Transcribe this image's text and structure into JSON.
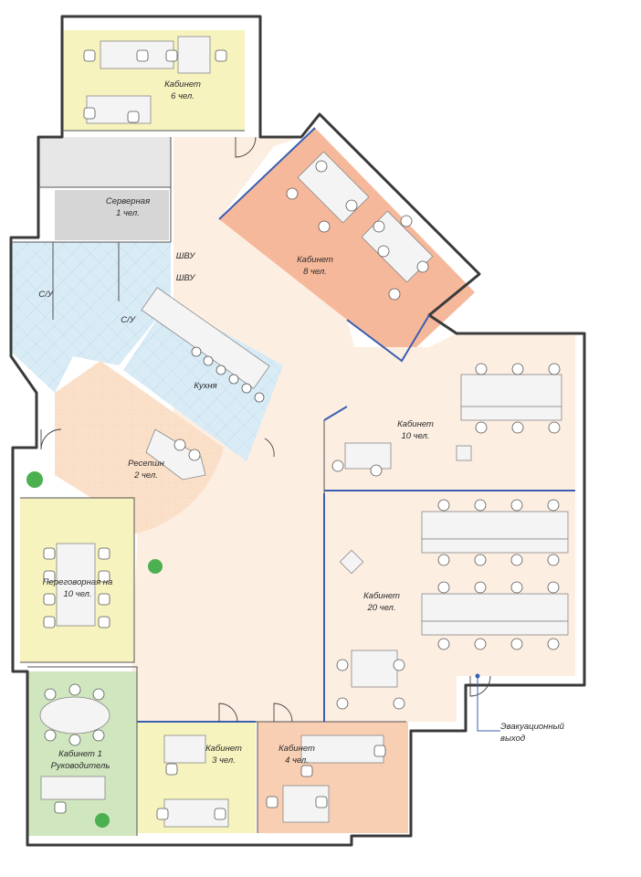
{
  "rooms": {
    "office6": {
      "name": "Кабинет",
      "cap": "6 чел."
    },
    "server": {
      "name": "Серверная",
      "cap": "1 чел."
    },
    "office8": {
      "name": "Кабинет",
      "cap": "8 чел."
    },
    "wc1": {
      "name": "С/У"
    },
    "wc2": {
      "name": "С/У"
    },
    "shu1": {
      "name": "ШВУ"
    },
    "shu2": {
      "name": "ШВУ"
    },
    "kitchen": {
      "name": "Кухня"
    },
    "reception": {
      "name": "Ресепшн",
      "cap": "2 чел."
    },
    "office10": {
      "name": "Кабинет",
      "cap": "10 чел."
    },
    "meeting": {
      "name": "Переговорная на",
      "cap": "10 чел."
    },
    "office20": {
      "name": "Кабинет",
      "cap": "20 чел."
    },
    "office1": {
      "name": "Кабинет 1",
      "cap": "Руководитель"
    },
    "office3": {
      "name": "Кабинет",
      "cap": "3 чел."
    },
    "office4": {
      "name": "Кабинет",
      "cap": "4 чел."
    }
  },
  "exit": {
    "line1": "Эвакуационный",
    "line2": "выход"
  },
  "colors": {
    "corridor": "#fdeee2",
    "office_yellow": "#f7f3bf",
    "office_salmon": "#f6b89a",
    "office_orange": "#f9cfb4",
    "server_gray": "#d6d6d6",
    "wc_blue": "#d9ecf6",
    "kitchen_blue": "#d9ecf6",
    "reception_tile": "#fbe0c9",
    "director_green": "#cfe6bf",
    "walls": "#3a3a3a",
    "accent_blue": "#3b5fb0"
  }
}
